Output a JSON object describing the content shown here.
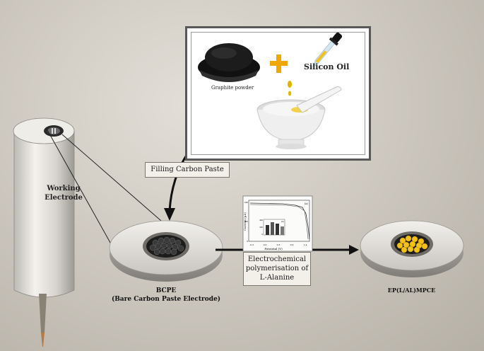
{
  "labels": {
    "graphite_powder": "Graphite powder",
    "silicon_oil": "Silicon Oil",
    "filling_step": "Filling Carbon Paste",
    "working_electrode_line1": "Working",
    "working_electrode_line2": "Electrode",
    "bcpe_short": "BCPE",
    "bcpe_full": "(Bare Carbon Paste Electrode)",
    "process_line1": "Electrochemical",
    "process_line2": "polymerisation of",
    "process_line3": "L-Alanine",
    "modified_electrode": "EP(L/AL)MPCE"
  },
  "colors": {
    "graphite": "#1c1c1c",
    "polymer_beads": "#f2c21a",
    "plus_sign": "#f0a800",
    "oil_drop": "#e0b400"
  },
  "inset_chart": {
    "ylabel": "Current (µA)",
    "xlabel": "Potential (V)",
    "x_ticks": [
      "-0.3",
      "0.0",
      "0.3",
      "0.9",
      "1.4"
    ],
    "curve_tag": "(a)",
    "bar_tag": "(b)",
    "y_ticks_right": [
      "0",
      "200",
      "400"
    ],
    "y_ticks_left": [
      "0",
      "-300",
      "-600"
    ]
  },
  "icons": [
    "mortar-pestle-icon",
    "dropper-icon",
    "graphite-bowl-icon",
    "plus-icon"
  ]
}
